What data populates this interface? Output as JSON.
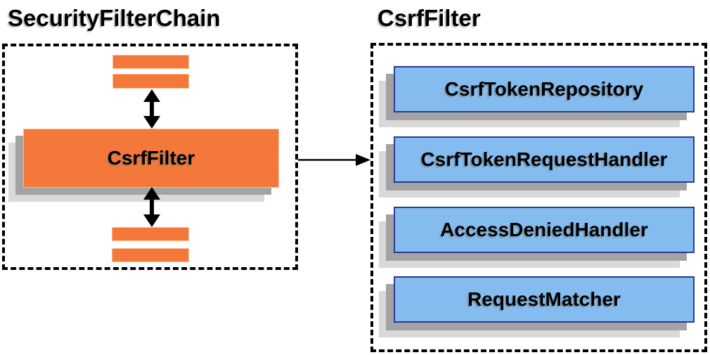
{
  "diagram": {
    "left_panel": {
      "title": "SecurityFilterChain",
      "filter_label": "CsrfFilter"
    },
    "right_panel": {
      "title": "CsrfFilter",
      "components": [
        "CsrfTokenRepository",
        "CsrfTokenRequestHandler",
        "AccessDeniedHandler",
        "RequestMatcher"
      ]
    },
    "icons": {
      "top_connector": "double-headed-vertical-arrow",
      "bottom_connector": "double-headed-vertical-arrow",
      "link_connector": "right-arrow"
    },
    "colors": {
      "orange": "#F4783A",
      "orange_border": "#FBBD95",
      "blue": "#84BCF0",
      "blue_border": "#2B3990",
      "shadow_dark": "#A3A3A3",
      "shadow_light": "#D9D9D9",
      "arrow": "#000000",
      "dashed_border": "#000000",
      "text": "#000000",
      "background": "#FFFFFF"
    }
  }
}
